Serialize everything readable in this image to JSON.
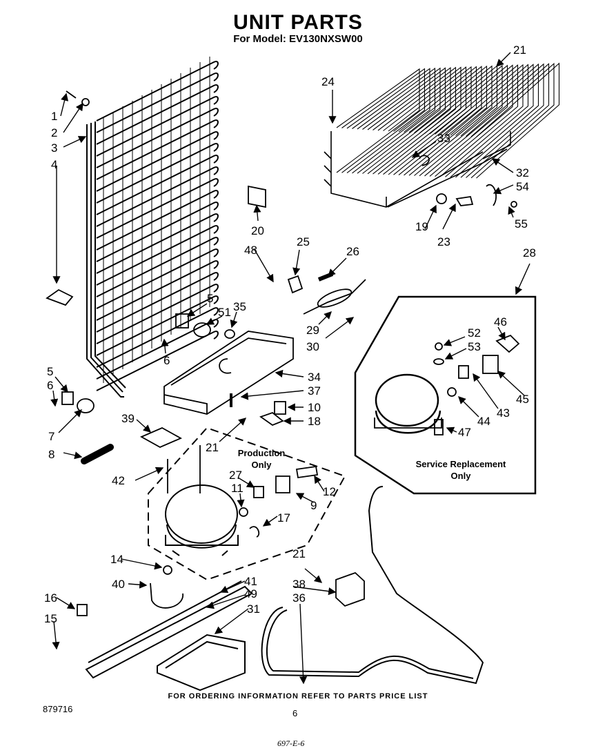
{
  "header": {
    "title": "UNIT PARTS",
    "subtitle": "For Model: EV130NXSW00"
  },
  "footer": {
    "ordering_note": "FOR ORDERING INFORMATION REFER TO PARTS PRICE LIST",
    "document_number": "879716",
    "page_number": "6",
    "handwritten_mark": "697-E-6"
  },
  "notes": {
    "production_only": "Production Only",
    "service_replacement_only": "Service Replacement Only"
  },
  "callouts": [
    {
      "id": "c1",
      "label": "1"
    },
    {
      "id": "c2",
      "label": "2"
    },
    {
      "id": "c3",
      "label": "3"
    },
    {
      "id": "c4",
      "label": "4"
    },
    {
      "id": "c5a",
      "label": "5"
    },
    {
      "id": "c6a",
      "label": "6"
    },
    {
      "id": "c51",
      "label": "51"
    },
    {
      "id": "c35",
      "label": "35"
    },
    {
      "id": "c5b",
      "label": "5"
    },
    {
      "id": "c6b",
      "label": "6"
    },
    {
      "id": "c7",
      "label": "7"
    },
    {
      "id": "c8",
      "label": "8"
    },
    {
      "id": "c39",
      "label": "39"
    },
    {
      "id": "c42",
      "label": "42"
    },
    {
      "id": "c34",
      "label": "34"
    },
    {
      "id": "c37",
      "label": "37"
    },
    {
      "id": "c10",
      "label": "10"
    },
    {
      "id": "c18",
      "label": "18"
    },
    {
      "id": "c21b",
      "label": "21"
    },
    {
      "id": "c27",
      "label": "27"
    },
    {
      "id": "c11",
      "label": "11"
    },
    {
      "id": "c12",
      "label": "12"
    },
    {
      "id": "c9",
      "label": "9"
    },
    {
      "id": "c17",
      "label": "17"
    },
    {
      "id": "c14",
      "label": "14"
    },
    {
      "id": "c40",
      "label": "40"
    },
    {
      "id": "c41",
      "label": "41"
    },
    {
      "id": "c49",
      "label": "49"
    },
    {
      "id": "c31",
      "label": "31"
    },
    {
      "id": "c16",
      "label": "16"
    },
    {
      "id": "c15",
      "label": "15"
    },
    {
      "id": "c21c",
      "label": "21"
    },
    {
      "id": "c38",
      "label": "38"
    },
    {
      "id": "c36",
      "label": "36"
    },
    {
      "id": "c21a",
      "label": "21"
    },
    {
      "id": "c24",
      "label": "24"
    },
    {
      "id": "c33",
      "label": "33"
    },
    {
      "id": "c32",
      "label": "32"
    },
    {
      "id": "c54",
      "label": "54"
    },
    {
      "id": "c55",
      "label": "55"
    },
    {
      "id": "c19",
      "label": "19"
    },
    {
      "id": "c23",
      "label": "23"
    },
    {
      "id": "c20",
      "label": "20"
    },
    {
      "id": "c48",
      "label": "48"
    },
    {
      "id": "c25",
      "label": "25"
    },
    {
      "id": "c26",
      "label": "26"
    },
    {
      "id": "c29",
      "label": "29"
    },
    {
      "id": "c30",
      "label": "30"
    },
    {
      "id": "c28",
      "label": "28"
    },
    {
      "id": "c46",
      "label": "46"
    },
    {
      "id": "c52",
      "label": "52"
    },
    {
      "id": "c53",
      "label": "53"
    },
    {
      "id": "c45",
      "label": "45"
    },
    {
      "id": "c43",
      "label": "43"
    },
    {
      "id": "c44",
      "label": "44"
    },
    {
      "id": "c47",
      "label": "47"
    }
  ]
}
